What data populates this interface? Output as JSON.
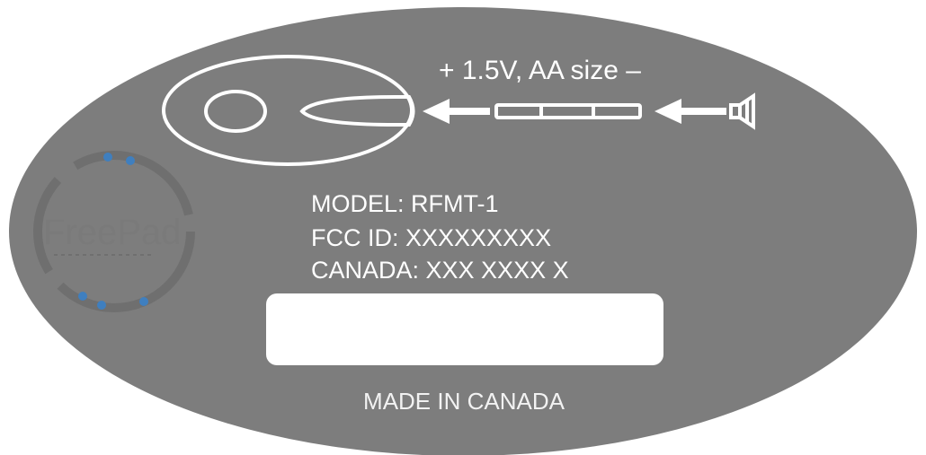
{
  "battery": {
    "instruction": "+ 1.5V, AA size  –",
    "icons": [
      "remote-outline-icon",
      "insert-arrow-icon",
      "battery-icon",
      "speaker-icon"
    ]
  },
  "logo": {
    "text": "FreePad",
    "colors": {
      "ring": "#6f6f6f",
      "dots": "#3f7fbf"
    }
  },
  "specs": {
    "model": "MODEL: RFMT-1",
    "fcc": "FCC ID: XXXXXXXXX",
    "canada": "CANADA: XXX XXXX X"
  },
  "footer": {
    "made_in": "MADE IN CANADA"
  },
  "colors": {
    "label_background": "#7d7d7d",
    "foreground": "#ffffff"
  }
}
